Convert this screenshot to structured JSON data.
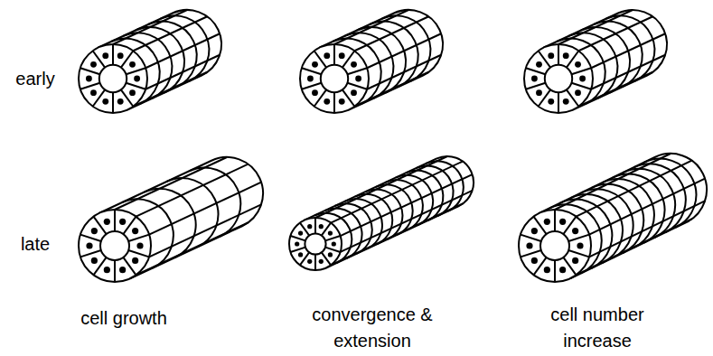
{
  "diagram": {
    "labels": [
      "early",
      "late",
      "cell growth",
      "convergence & extension",
      "cell number increase"
    ]
  }
}
